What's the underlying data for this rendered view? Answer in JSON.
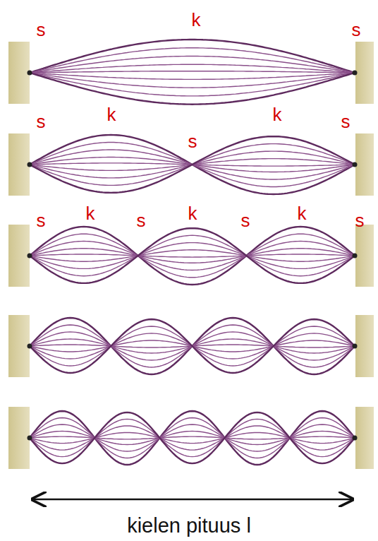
{
  "diagram": {
    "labels": [
      "s",
      "k",
      "s",
      "s",
      "k",
      "s",
      "k",
      "s",
      "s",
      "k",
      "s",
      "k",
      "s",
      "k",
      "s",
      "kielen pituus l"
    ]
  }
}
